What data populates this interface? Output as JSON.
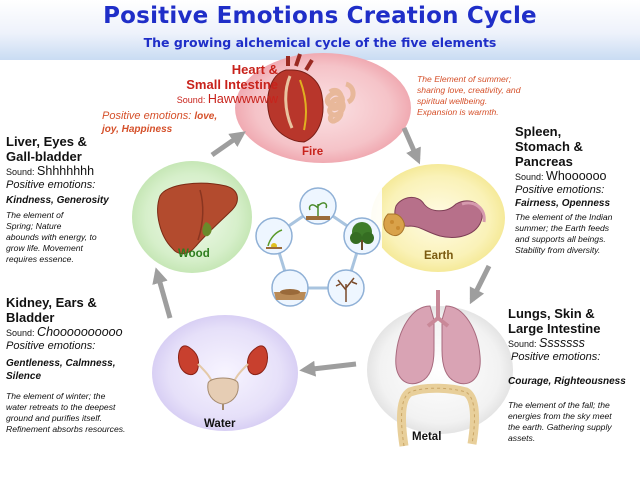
{
  "title": "Positive Emotions Creation Cycle",
  "subtitle": "The growing alchemical cycle of the five elements",
  "colors": {
    "title": "#1f2ec8",
    "fire": "#c8221b",
    "fire_text": "#d5502a",
    "wood": "#2e7d1e",
    "arrow": "#9e9e9e"
  },
  "elements": {
    "fire": {
      "name": "Fire",
      "organs": [
        "Heart &",
        "Small Intestine"
      ],
      "sound_label": "Sound:",
      "sound": "Hawwwwww",
      "emotions_label": "Positive emotions:",
      "emotions_lines": [
        "love,",
        "joy, Happiness"
      ],
      "description": [
        "The Element of summer;",
        "sharing love, creativity, and",
        "spiritual wellbeing.",
        "Expansion is warmth."
      ]
    },
    "earth": {
      "name": "Earth",
      "organs": [
        "Spleen,",
        "Stomach &",
        "Pancreas"
      ],
      "sound_label": "Sound:",
      "sound": "Whoooooo",
      "emotions_label": "Positive emotions:",
      "emotions": "Fairness, Openness",
      "description": [
        "The element of the Indian",
        "summer; the Earth feeds",
        "and supports all beings.",
        "Stability  from  diversity."
      ]
    },
    "metal": {
      "name": "Metal",
      "organs": [
        "Lungs, Skin &",
        "Large Intestine"
      ],
      "sound_label": "Sound:",
      "sound": "Sssssss",
      "emotions_label": "Positive emotions:",
      "emotions": "Courage, Righteousness",
      "description": [
        "The element of the fall; the",
        "energies from the sky meet",
        "the earth. Gathering supply",
        "assets."
      ]
    },
    "water": {
      "name": "Water",
      "organs": [
        "Kidney, Ears &",
        "Bladder"
      ],
      "sound_label": "Sound:",
      "sound": "Choooooooooo",
      "emotions_label": "Positive emotions:",
      "emotions_lines": [
        "Gentleness, Calmness,",
        "Silence"
      ],
      "description": [
        "The element of winter;  the",
        "water retreats to the deepest",
        "ground and purifies  itself.",
        "Refinement absorbs resources."
      ]
    },
    "wood": {
      "name": "Wood",
      "organs": [
        "Liver, Eyes &",
        "Gall-bladder"
      ],
      "sound_label": "Sound:",
      "sound": "Shhhhhhh",
      "emotions_label": "Positive emotions:",
      "emotions": "Kindness, Generosity",
      "description": [
        "The element of",
        "Spring; Nature",
        "abounds with energy, to",
        "grow life. Movement",
        "requires essence."
      ]
    }
  },
  "icons": {
    "fire": "heart-intestine-illustration",
    "earth": "stomach-pancreas-illustration",
    "metal": "lungs-colon-illustration",
    "water": "kidneys-bladder-illustration",
    "wood": "liver-illustration",
    "center": "plant-growth-cycle-illustration"
  }
}
